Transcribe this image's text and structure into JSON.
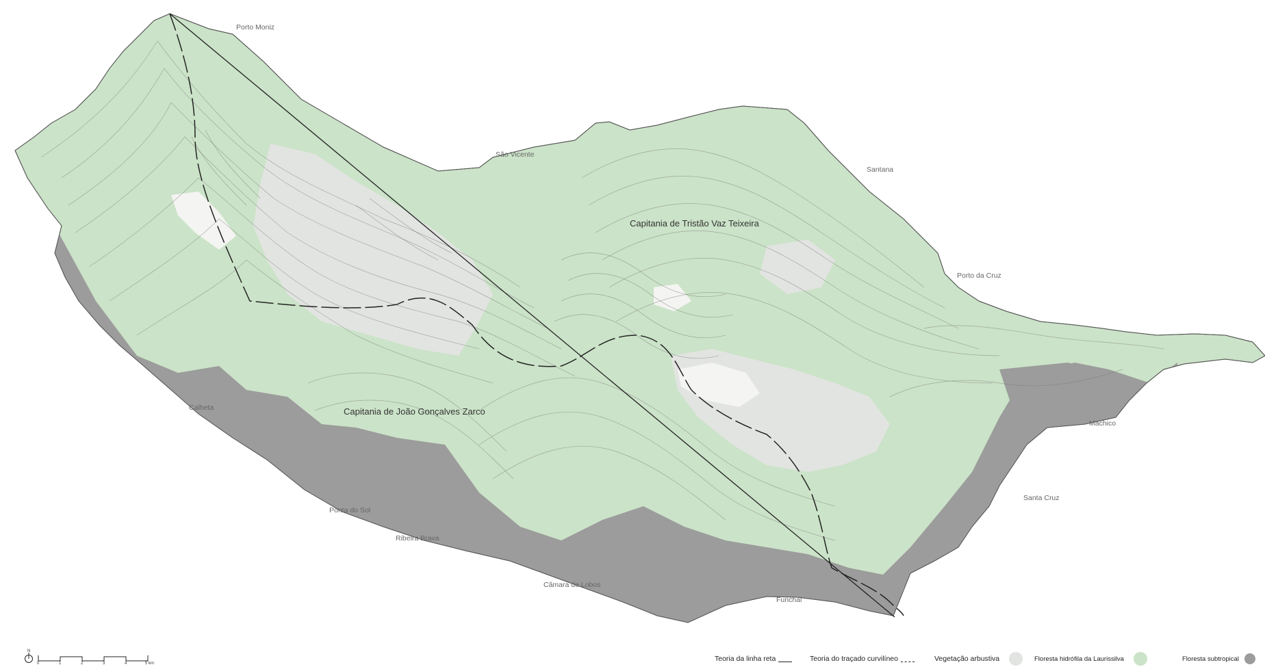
{
  "places": {
    "porto_moniz": "Porto Moniz",
    "sao_vicente": "São Vicente",
    "santana": "Santana",
    "porto_da_cruz": "Porto da Cruz",
    "machico": "Machico",
    "santa_cruz": "Santa Cruz",
    "funchal": "Funchal",
    "camara_de_lobos": "Câmara de Lobos",
    "ribeira_brava": "Ribeira Brava",
    "ponta_do_sol": "Ponta do Sol",
    "calheta": "Calheta"
  },
  "regions": {
    "tristao": "Capitania de Tristão Vaz Teixeira",
    "zarco": "Capitania de João Gonçalves Zarco"
  },
  "scale": {
    "north": "N",
    "ticks": [
      "0",
      "1",
      "2",
      "3",
      "4",
      "5 km"
    ]
  },
  "legend": {
    "straight_line": "Teoria da linha reta",
    "curvilinear": "Teoria do traçado curvilíneo",
    "shrub": "Vegetação arbustiva",
    "laurisilva": "Floresta hidrófila da Laurissilva",
    "subtropical": "Floresta subtropical"
  },
  "colors": {
    "laurisilva": "#cbe3c8",
    "shrub": "#e2e4e1",
    "subtropical": "#9c9c9c",
    "sea": "#ffffff"
  }
}
